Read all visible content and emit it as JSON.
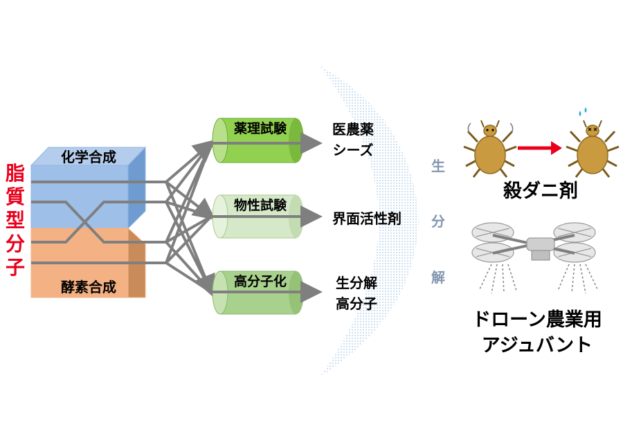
{
  "source": {
    "label": "脂質型分子",
    "chars": [
      "脂",
      "質",
      "型",
      "分",
      "子"
    ],
    "color": "#e8001c"
  },
  "synthesis": [
    {
      "label": "化学合成",
      "color": "#8eb4e3"
    },
    {
      "label": "酵素合成",
      "color": "#f4b183"
    }
  ],
  "tests": [
    {
      "label": "薬理試験",
      "color": "#92d050"
    },
    {
      "label": "物性試験",
      "color": "#c5e0b4"
    },
    {
      "label": "高分子化",
      "color": "#a9d18e"
    }
  ],
  "outputs": [
    {
      "lines": [
        "医農薬",
        "シーズ"
      ]
    },
    {
      "lines": [
        "界面活性剤"
      ]
    },
    {
      "lines": [
        "生分解",
        "高分子"
      ]
    }
  ],
  "biodegradation": {
    "chars": [
      "生",
      "分",
      "解"
    ],
    "color": "#8496b0"
  },
  "applications": {
    "acaricide": {
      "label": "殺ダニ剤"
    },
    "drone": {
      "lines": [
        "ドローン農業用",
        "アジュバント"
      ]
    }
  },
  "colors": {
    "arrow": "#7f7f7f",
    "red_arrow": "#e8001c",
    "mite": "#c99a3f",
    "drone": "#bfbfbf"
  }
}
